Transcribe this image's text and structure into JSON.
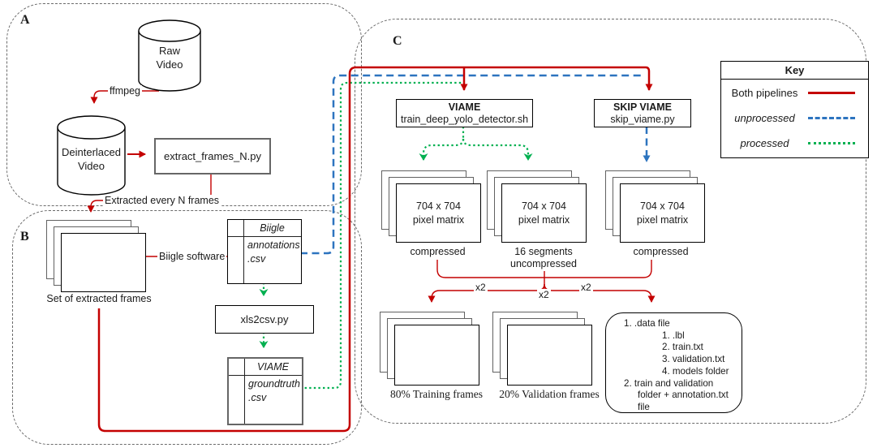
{
  "colors": {
    "pipeline_red": "#c40000",
    "unprocessed_blue": "#2d74bf",
    "processed_green": "#00b050"
  },
  "section_a": {
    "label": "A",
    "raw_video": {
      "line1": "Raw",
      "line2": "Video"
    },
    "ffmpeg_label": "ffmpeg",
    "deinterlaced_video": {
      "line1": "Deinterlaced",
      "line2": "Video"
    },
    "extract_script": "extract_frames_N.py",
    "extracted_label": "Extracted every N frames"
  },
  "section_b": {
    "label": "B",
    "frames_stack_caption": "Set of extracted frames",
    "biigle_software_label": "Biigle software",
    "biigle_annotations": {
      "title": "Biigle",
      "line1": "annotations",
      "line2": ".csv"
    },
    "xls2csv_script": "xls2csv.py",
    "viame_groundtruth": {
      "title": "VIAME",
      "line1": "groundtruth",
      "line2": ".csv"
    }
  },
  "section_c": {
    "label": "C",
    "viame_box": {
      "title": "VIAME",
      "subtitle": "train_deep_yolo_detector.sh"
    },
    "skip_viame_box": {
      "title": "SKIP VIAME",
      "subtitle": "skip_viame.py"
    },
    "matrix_left": {
      "line1": "704 x 704",
      "line2": "pixel matrix",
      "caption": "compressed"
    },
    "matrix_mid": {
      "line1": "704 x 704",
      "line2": "pixel matrix",
      "caption1": "16 segments",
      "caption2": "uncompressed"
    },
    "matrix_right": {
      "line1": "704 x 704",
      "line2": "pixel matrix",
      "caption": "compressed"
    },
    "x2_left": "x2",
    "x2_mid": "x2",
    "x2_right": "x2",
    "training_caption": "80% Training frames",
    "validation_caption": "20% Validation frames",
    "output_list": {
      "lines": [
        "1. .data file",
        "1. .lbl",
        "2. train.txt",
        "3. validation.txt",
        "4. models folder",
        "2. train and validation",
        "folder + annotation.txt",
        "file"
      ]
    }
  },
  "key": {
    "title": "Key",
    "items": [
      {
        "label": "Both pipelines",
        "style": "solid",
        "color": "#c40000"
      },
      {
        "label": "unprocessed",
        "style": "dashed",
        "color": "#2d74bf"
      },
      {
        "label": "processed",
        "style": "dotted",
        "color": "#00b050"
      }
    ]
  }
}
